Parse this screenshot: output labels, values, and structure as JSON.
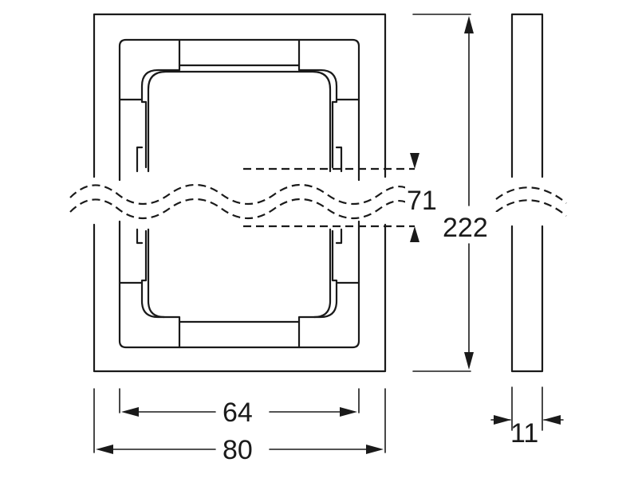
{
  "dimensions": {
    "inner_width": "64",
    "outer_width": "80",
    "depth": "11",
    "opening_height": "71",
    "total_height": "222"
  }
}
